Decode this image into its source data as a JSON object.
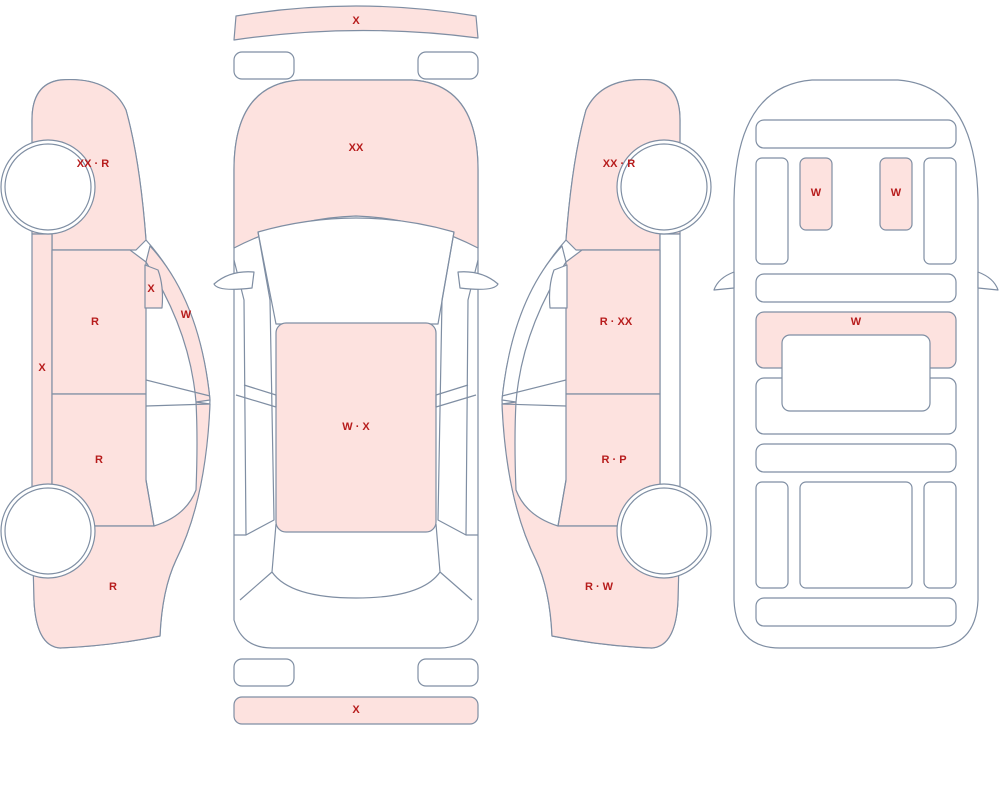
{
  "colors": {
    "damage_fill": "#fde2df",
    "outline": "#7f8ea3",
    "label": "#b71c1c"
  },
  "labels": {
    "front_bumper": "X",
    "hood": "XX",
    "roof": "W · X",
    "rear_bumper": "X",
    "left_front_fender": "XX · R",
    "left_front_door": "R",
    "left_mirror": "X",
    "left_front_window": "W",
    "left_rocker": "X",
    "left_rear_door": "R",
    "left_rear_quarter": "R",
    "right_front_fender": "XX · R",
    "right_front_door": "R · XX",
    "right_rear_door": "R · P",
    "right_rear_quarter": "R · W",
    "interior_front_left_seat": "W",
    "interior_front_right_seat": "W",
    "interior_console": "W"
  }
}
